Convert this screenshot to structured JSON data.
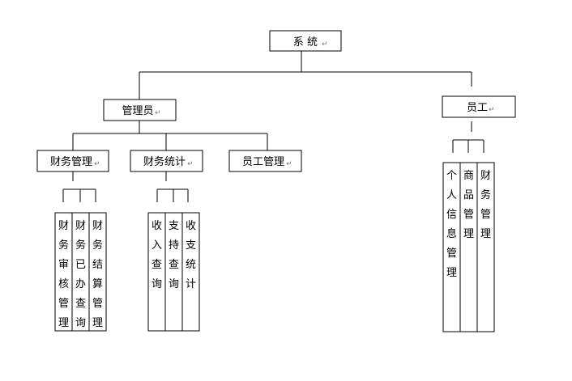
{
  "return_mark": "↵",
  "root": {
    "label": "系 统"
  },
  "admin": {
    "label": "管理员",
    "children": [
      {
        "label": "财务管理",
        "leaves": [
          "财务审核管理",
          "财务已办查询",
          "财务结算管理"
        ]
      },
      {
        "label": "财务统计",
        "leaves": [
          "收入查询",
          "支持查询",
          "收支统计"
        ]
      },
      {
        "label": "员工管理",
        "leaves": []
      }
    ]
  },
  "employee": {
    "label": "员工",
    "leaves": [
      "个人信息管理",
      "商品管理",
      "财务管理"
    ]
  }
}
